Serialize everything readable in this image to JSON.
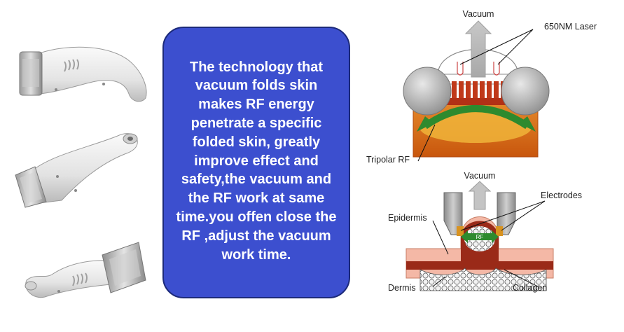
{
  "description_text": "The technology that vacuum folds skin makes RF energy penetrate a specific folded skin, greatly improve effect and safety,the vacuum and the RF work at same time.you offen close the RF ,adjust the vacuum work time.",
  "top_diagram": {
    "vacuum_label": "Vacuum",
    "laser_label": "650NM Laser",
    "rf_label": "Tripolar RF"
  },
  "bottom_diagram": {
    "vacuum_label": "Vacuum",
    "electrodes_label": "Electrodes",
    "epidermis_label": "Epidermis",
    "rf_label": "RF",
    "dermis_label": "Dermis",
    "collagen_label": "Collagen"
  },
  "colors": {
    "box_fill": "#3c4fcf",
    "skin_orange": "#e2761c",
    "roller_gray": "#bdbdbd",
    "arrow_green": "#2e8a2e",
    "fin_red": "#c0391a"
  }
}
